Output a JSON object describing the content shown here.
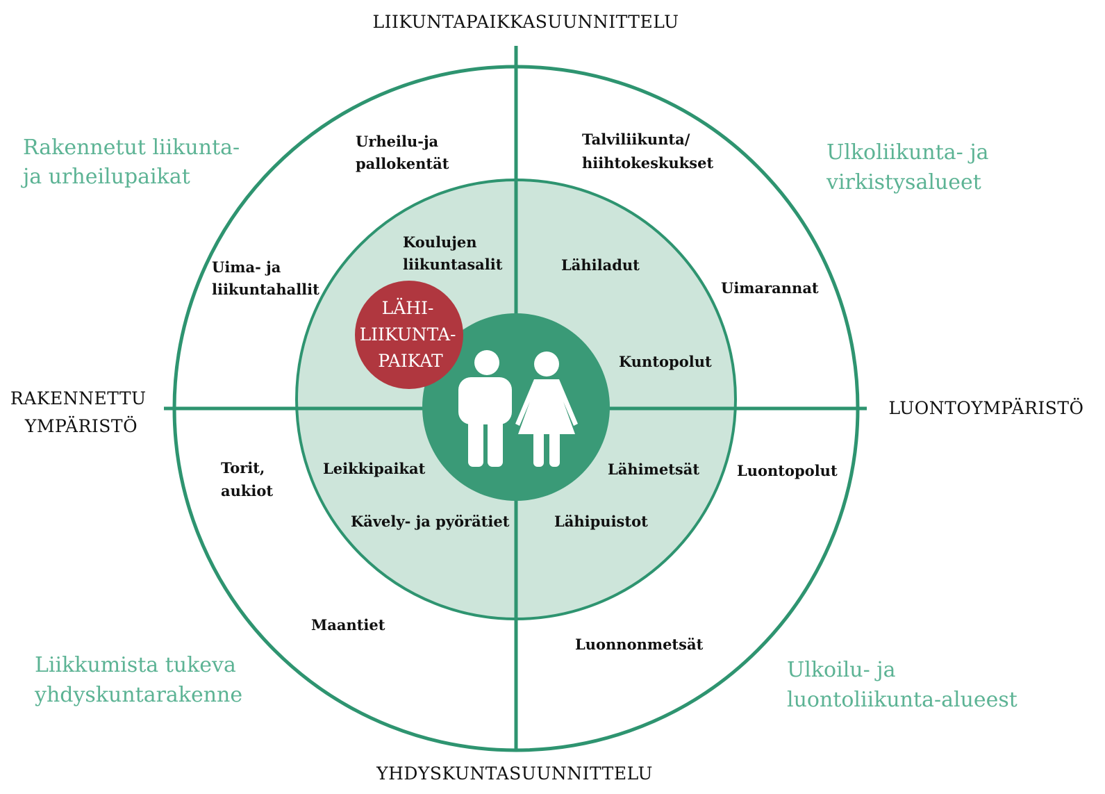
{
  "colors": {
    "ring": "#2e9470",
    "inner_fill": "#cde5da",
    "center_fill": "#3a9a77",
    "hub_fill": "#b0373f",
    "quadrant_text": "#5cb394",
    "axis_text": "#111111",
    "figure": "#ffffff"
  },
  "axes": {
    "top": "LIIKUNTAPAIKKASUUNNITTELU",
    "bottom": "YHDYSKUNTASUUNNITTELU",
    "left": [
      "RAKENNETTU",
      "YMPÄRISTÖ"
    ],
    "right": "LUONTOYMPÄRISTÖ"
  },
  "quadrants": {
    "top_left": [
      "Rakennetut liikunta-",
      "ja urheilupaikat"
    ],
    "top_right": [
      "Ulkoliikunta- ja",
      "virkistysalueet"
    ],
    "bottom_left": [
      "Liikkumista tukeva",
      "yhdyskuntarakenne"
    ],
    "bottom_right": [
      "Ulkoilu- ja",
      "luontoliikunta-alueest"
    ]
  },
  "outer_ring": {
    "urheilu": [
      "Urheilu-ja",
      "pallokentät"
    ],
    "uima": [
      "Uima- ja",
      "liikuntahallit"
    ],
    "talvi": [
      "Talviliikunta/",
      "hiihtokeskukset"
    ],
    "uimarannat": "Uimarannat",
    "torit": [
      "Torit,",
      "aukiot"
    ],
    "maantiet": "Maantiet",
    "luonnonmetsat": "Luonnonmetsät",
    "luontopolut": "Luontopolut"
  },
  "inner_ring": {
    "koulujen": [
      "Koulujen",
      "liikuntasalit"
    ],
    "lahiladut": "Lähiladut",
    "kuntopolut": "Kuntopolut",
    "leikkipaikat": "Leikkipaikat",
    "kavely": "Kävely- ja pyörätiet",
    "lahimetsat": "Lähimetsät",
    "lahipuistot": "Lähipuistot"
  },
  "hub": [
    "LÄHI-",
    "LIIKUNTA-",
    "PAIKAT"
  ],
  "icons": {
    "man": "man-figure-icon",
    "woman": "woman-figure-icon"
  }
}
